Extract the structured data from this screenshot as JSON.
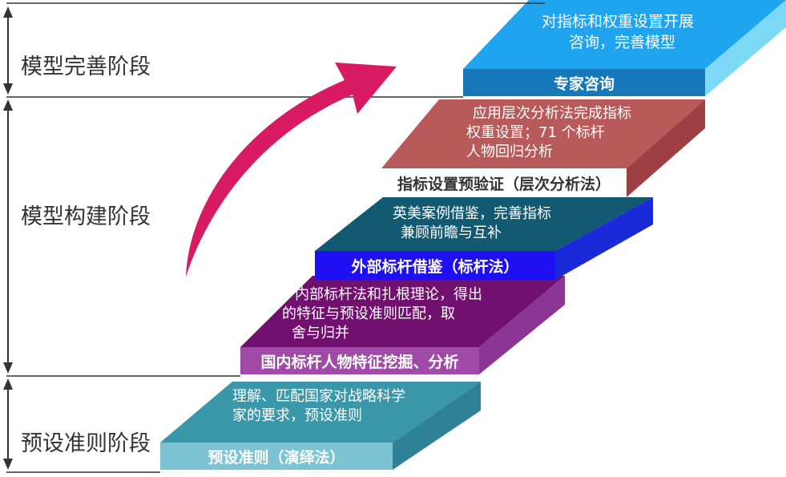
{
  "phases": [
    {
      "label": "模型完善阶段"
    },
    {
      "label": "模型构建阶段"
    },
    {
      "label": "预设准则阶段"
    }
  ],
  "steps": [
    {
      "label": "预设准则（演绎法）",
      "desc": [
        "理解、匹配国家对战略科学",
        "家的要求，预设准则"
      ],
      "colors": {
        "front": "#7cc3d3",
        "top": "#3a96a9",
        "side": "#2f8295",
        "text": "#ffffff"
      }
    },
    {
      "label": "国内标杆人物特征挖掘、分析",
      "desc": [
        "内部标杆法和扎根理论，得出",
        "的特征与预设准则匹配，取",
        "舍与归并"
      ],
      "colors": {
        "front": "#9e4aa6",
        "top": "#72106f",
        "side": "#8a3593",
        "text": "#ffffff"
      }
    },
    {
      "label": "外部标杆借鉴（标杆法）",
      "desc": [
        "英美案例借鉴，完善指标",
        "兼顾前瞻与互补"
      ],
      "colors": {
        "front": "#1e10f2",
        "top": "#125a72",
        "side": "#1a2ad8",
        "text": "#ffffff"
      }
    },
    {
      "label": "指标设置预验证（层次分析法）",
      "desc": [
        "应用层次分析法完成指标",
        "权重设置；71 个标杆",
        "人物回归分析"
      ],
      "colors": {
        "front": "#ffffff",
        "top": "#b85a59",
        "side": "#9e3f43",
        "text": "#333333"
      }
    },
    {
      "label": "专家咨询",
      "desc": [
        "对指标和权重设置开展",
        "咨询，完善模型"
      ],
      "colors": {
        "front": "#1678b8",
        "top": "#1fa4f0",
        "side": "#7dd8f6",
        "text": "#ffffff"
      }
    }
  ],
  "colors": {
    "arrow": "#d81a63",
    "lines": "#333333"
  }
}
